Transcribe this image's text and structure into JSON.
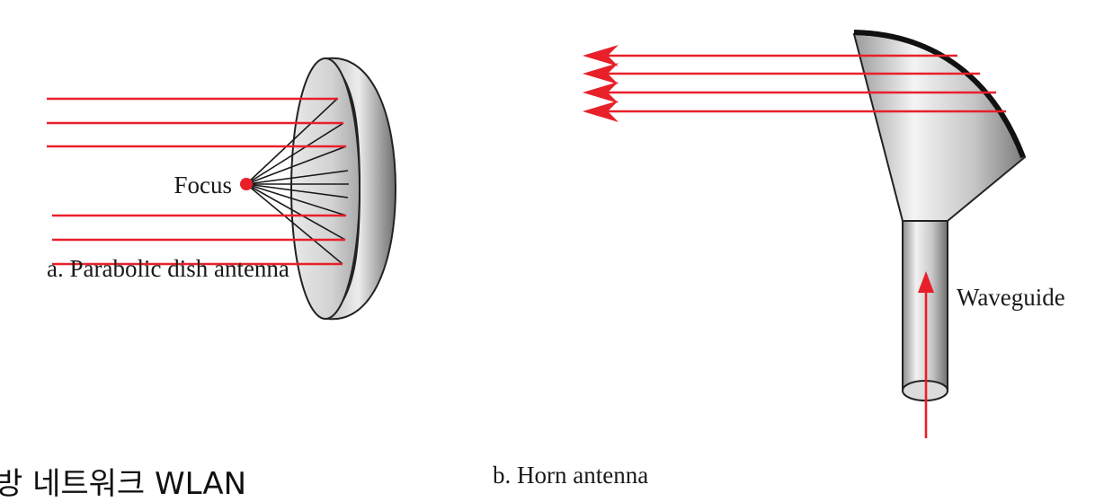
{
  "parabolic": {
    "focus_label": "Focus",
    "caption": "a. Parabolic dish antenna"
  },
  "horn": {
    "waveguide_label": "Waveguide",
    "caption": "b. Horn antenna"
  },
  "footer_text": "방 네트워크 WLAN",
  "colors": {
    "ray": "#e8202a",
    "reflector_line": "#1a1a1a",
    "metal_light": "#f2f2f2",
    "metal_dark": "#8a8a8a",
    "label": "#1a1a1a"
  }
}
